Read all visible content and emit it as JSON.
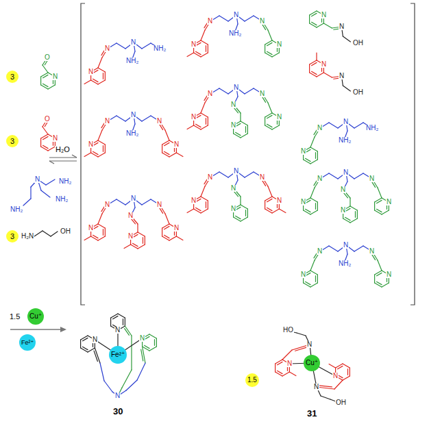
{
  "diagram": {
    "nodes": [
      {
        "text": [
          "3"
        ]
      },
      {
        "text": [
          "3"
        ]
      },
      {
        "text": [
          "3"
        ]
      },
      {
        "text": [
          "Cu⁺"
        ]
      },
      {
        "text": [
          "Fe²⁺"
        ]
      },
      {
        "text": [
          "Fe²⁺"
        ]
      },
      {
        "text": [
          "Cu⁺"
        ]
      },
      {
        "text": [
          "1.5"
        ]
      }
    ],
    "labels": [
      "O",
      "N",
      "O",
      "N",
      "N",
      "NH₂",
      "NH₂",
      "NH₂",
      "H₂N",
      "OH",
      "H₂O",
      "N",
      "N",
      "N",
      "NH₂",
      "NH₂",
      "N",
      "N",
      "N",
      "NH₂",
      "N",
      "N",
      "N",
      "N",
      "N",
      "N",
      "N",
      "N",
      "N",
      "N",
      "N",
      "N",
      "NH₂",
      "N",
      "N",
      "N",
      "N",
      "N",
      "N",
      "N",
      "N",
      "N",
      "N",
      "N",
      "N",
      "N",
      "N",
      "N",
      "N",
      "N",
      "N",
      "OH",
      "N",
      "N",
      "OH",
      "N",
      "N",
      "N",
      "NH₂",
      "NH₂",
      "N",
      "N",
      "N",
      "N",
      "N",
      "N",
      "N",
      "N",
      "N",
      "N",
      "NH₂",
      "N",
      "N",
      "1.5",
      "N",
      "N",
      "N",
      "N",
      "30",
      "HO",
      "N",
      "N",
      "N",
      "N",
      "OH",
      "31"
    ]
  }
}
